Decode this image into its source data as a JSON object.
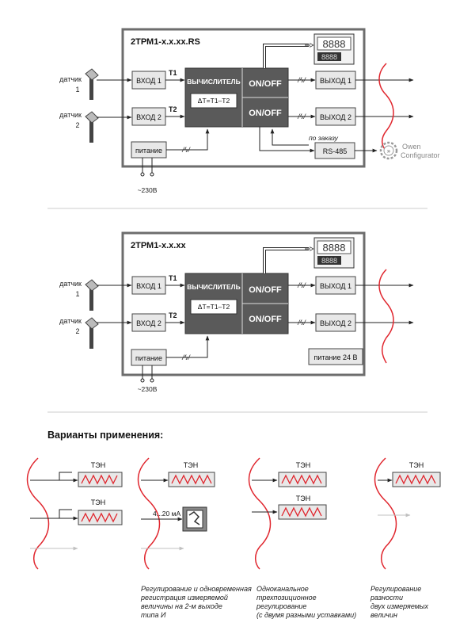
{
  "scheme1": {
    "title": "2ТРМ1-х.х.хх.RS",
    "sensor1": [
      "датчик",
      "1"
    ],
    "sensor2": [
      "датчик",
      "2"
    ],
    "in1": "ВХОД 1",
    "in2": "ВХОД 2",
    "t1": "Т1",
    "t2": "Т2",
    "calc": "ВЫЧИСЛИТЕЛЬ",
    "formula": "ΔТ=Т1–Т2",
    "onoff": "ON/OFF",
    "out1": "ВЫХОД 1",
    "out2": "ВЫХОД 2",
    "power": "питание",
    "mains": "~230В",
    "order": "по заказу",
    "rs485": "RS-485",
    "display": "8888",
    "configurator": [
      "Owen",
      "Configurator"
    ]
  },
  "scheme2": {
    "title": "2ТРМ1-х.х.хх",
    "sensor1": [
      "датчик",
      "1"
    ],
    "sensor2": [
      "датчик",
      "2"
    ],
    "in1": "ВХОД 1",
    "in2": "ВХОД 2",
    "t1": "Т1",
    "t2": "Т2",
    "calc": "ВЫЧИСЛИТЕЛЬ",
    "formula": "ΔТ=Т1–Т2",
    "onoff": "ON/OFF",
    "out1": "ВЫХОД 1",
    "out2": "ВЫХОД 2",
    "power": "питание",
    "power24": "питание 24 В",
    "mains": "~230В",
    "display": "8888"
  },
  "applications": {
    "heading": "Варианты применения:",
    "heater": "ТЭН",
    "analog": "4...20 мА",
    "captions": [
      [
        "Регулирование и одновременная",
        "регистрация измеряемой",
        "величины на 2-м выходе",
        "типа И"
      ],
      [
        "Одноканальное",
        "трехпозиционное",
        "регулирование",
        "(с двумя разными уставками)"
      ],
      [
        "Регулирование",
        "разности",
        "двух измеряемых",
        "величин"
      ]
    ]
  },
  "colors": {
    "dark_block": "#5a5a5a",
    "light_block": "#e8e8e8",
    "wave": "#e0262e",
    "frame": "#6d6d6d"
  }
}
